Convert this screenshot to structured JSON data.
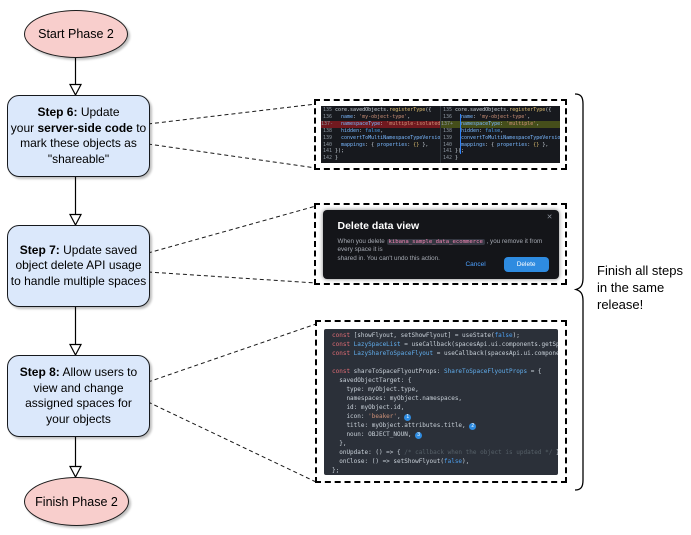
{
  "colors": {
    "ellipse_fill": "#f8cecc",
    "step_fill": "#dbe8fb",
    "diff_bg": "#17191e",
    "diff_removed_bg": "#71191f",
    "diff_added_bg": "#454e1a",
    "modal_bg": "#141519",
    "code_bg": "#2b3039",
    "accent_blue": "#2e8be0"
  },
  "start": {
    "label": "Start Phase 2"
  },
  "finish": {
    "label": "Finish Phase 2"
  },
  "steps": [
    {
      "lines": [
        {
          "segs": [
            {
              "t": "Step 6:",
              "c": "b"
            },
            {
              "t": " Update",
              "c": ""
            }
          ]
        },
        {
          "segs": [
            {
              "t": "your ",
              "c": ""
            },
            {
              "t": "server-side code",
              "c": "b"
            },
            {
              "t": " to",
              "c": ""
            }
          ]
        },
        {
          "segs": [
            {
              "t": "mark these objects as",
              "c": ""
            }
          ]
        },
        {
          "segs": [
            {
              "t": "\"shareable\"",
              "c": ""
            }
          ]
        }
      ]
    },
    {
      "lines": [
        {
          "segs": [
            {
              "t": "Step 7:",
              "c": "b"
            },
            {
              "t": " Update saved",
              "c": ""
            }
          ]
        },
        {
          "segs": [
            {
              "t": "object delete API usage",
              "c": ""
            }
          ]
        },
        {
          "segs": [
            {
              "t": "to handle multiple spaces",
              "c": ""
            }
          ]
        }
      ]
    },
    {
      "lines": [
        {
          "segs": [
            {
              "t": "Step 8:",
              "c": "b"
            },
            {
              "t": " Allow users to",
              "c": ""
            }
          ]
        },
        {
          "segs": [
            {
              "t": "view and change",
              "c": ""
            }
          ]
        },
        {
          "segs": [
            {
              "t": "assigned spaces for",
              "c": ""
            }
          ]
        },
        {
          "segs": [
            {
              "t": "your objects",
              "c": ""
            }
          ]
        }
      ]
    }
  ],
  "note": {
    "lines": [
      {
        "segs": [
          {
            "t": "Finish all steps",
            "c": ""
          }
        ]
      },
      {
        "segs": [
          {
            "t": "in the same",
            "c": ""
          }
        ]
      },
      {
        "segs": [
          {
            "t": "release!",
            "c": ""
          }
        ]
      }
    ]
  },
  "diff": {
    "left": {
      "lines": [
        {
          "num": "135",
          "segs": [
            {
              "t": "core.savedObjects.",
              "c": "pln"
            },
            {
              "t": "registerType",
              "c": "fn"
            },
            {
              "t": "({",
              "c": "pln"
            }
          ]
        },
        {
          "num": "136",
          "segs": [
            {
              "t": "  name",
              "c": "prop"
            },
            {
              "t": ": ",
              "c": "pln"
            },
            {
              "t": "'my-object-type'",
              "c": "str"
            },
            {
              "t": ",",
              "c": "pln"
            }
          ]
        },
        {
          "num": "137-",
          "hl": "del",
          "segs": [
            {
              "t": "  namespaceType",
              "c": "prop"
            },
            {
              "t": ": ",
              "c": "pln"
            },
            {
              "t": "'multiple-isolated'",
              "c": "str"
            },
            {
              "t": ",",
              "c": "pln"
            }
          ]
        },
        {
          "num": "138",
          "segs": [
            {
              "t": "  hidden",
              "c": "prop"
            },
            {
              "t": ": ",
              "c": "pln"
            },
            {
              "t": "false",
              "c": "bool"
            },
            {
              "t": ",",
              "c": "pln"
            }
          ]
        },
        {
          "num": "139",
          "segs": [
            {
              "t": "  convertToMultiNamespaceTypeVersion",
              "c": "prop"
            },
            {
              "t": ": ",
              "c": "pln"
            },
            {
              "t": "'",
              "c": "str"
            }
          ]
        },
        {
          "num": "140",
          "segs": [
            {
              "t": "  mappings",
              "c": "prop"
            },
            {
              "t": ": { ",
              "c": "pln"
            },
            {
              "t": "properties",
              "c": "prop"
            },
            {
              "t": ": ",
              "c": "pln"
            },
            {
              "t": "{}",
              "c": "gold"
            },
            {
              "t": " },",
              "c": "pln"
            }
          ]
        },
        {
          "num": "141",
          "segs": [
            {
              "t": "});",
              "c": "pln"
            }
          ]
        },
        {
          "num": "142",
          "segs": [
            {
              "t": "}",
              "c": "pln"
            }
          ]
        }
      ]
    },
    "right": {
      "lines": [
        {
          "num": "135",
          "segs": [
            {
              "t": "core.savedObjects.",
              "c": "pln"
            },
            {
              "t": "registerType",
              "c": "fn"
            },
            {
              "t": "({",
              "c": "pln"
            }
          ]
        },
        {
          "num": "136",
          "segs": [
            {
              "t": "  name",
              "c": "prop"
            },
            {
              "t": ": ",
              "c": "pln"
            },
            {
              "t": "'my-object-type'",
              "c": "str"
            },
            {
              "t": ",",
              "c": "pln"
            }
          ]
        },
        {
          "num": "137+",
          "hl": "add",
          "segs": [
            {
              "t": "  namespaceType",
              "c": "prop"
            },
            {
              "t": ": ",
              "c": "pln"
            },
            {
              "t": "'multiple'",
              "c": "str"
            },
            {
              "t": ",",
              "c": "pln"
            }
          ]
        },
        {
          "num": "138",
          "segs": [
            {
              "t": "  hidden",
              "c": "prop"
            },
            {
              "t": ": ",
              "c": "pln"
            },
            {
              "t": "false",
              "c": "bool"
            },
            {
              "t": ",",
              "c": "pln"
            }
          ]
        },
        {
          "num": "139",
          "segs": [
            {
              "t": "  convertToMultiNamespaceTypeVersion",
              "c": "prop"
            },
            {
              "t": ": ",
              "c": "pln"
            },
            {
              "t": "'",
              "c": "str"
            }
          ]
        },
        {
          "num": "140",
          "segs": [
            {
              "t": "  mappings",
              "c": "prop"
            },
            {
              "t": ": { ",
              "c": "pln"
            },
            {
              "t": "properties",
              "c": "prop"
            },
            {
              "t": ": ",
              "c": "pln"
            },
            {
              "t": "{}",
              "c": "gold"
            },
            {
              "t": " },",
              "c": "pln"
            }
          ]
        },
        {
          "num": "141",
          "segs": [
            {
              "t": "});",
              "c": "pln"
            }
          ]
        },
        {
          "num": "142",
          "segs": [
            {
              "t": "}",
              "c": "pln"
            }
          ]
        }
      ]
    }
  },
  "modal": {
    "title": "Delete data view",
    "close": "✕",
    "body": {
      "lines": [
        {
          "segs": [
            {
              "t": "When you delete ",
              "c": ""
            },
            {
              "t": "kibana_sample_data_ecommerce",
              "c": "codepill"
            },
            {
              "t": " , you remove it from every space it is",
              "c": ""
            }
          ]
        },
        {
          "segs": [
            {
              "t": "shared in. You can't undo this action.",
              "c": ""
            }
          ]
        }
      ]
    },
    "cancel_label": "Cancel",
    "delete_label": "Delete"
  },
  "code": {
    "lines": [
      {
        "segs": [
          {
            "t": "const",
            "c": "kw"
          },
          {
            "t": " [showFlyout, setShowFlyout] = useState(",
            "c": "pln"
          },
          {
            "t": "false",
            "c": "bool"
          },
          {
            "t": ");",
            "c": "pln"
          }
        ]
      },
      {
        "segs": [
          {
            "t": "const",
            "c": "kw"
          },
          {
            "t": " LazySpaceList",
            "c": "id"
          },
          {
            "t": " = useCallback(spacesApi.ui.components.getSpaceLis",
            "c": "pln"
          }
        ]
      },
      {
        "segs": [
          {
            "t": "const",
            "c": "kw"
          },
          {
            "t": " LazyShareToSpaceFlyout",
            "c": "id"
          },
          {
            "t": " = useCallback(spacesApi.ui.components.ge",
            "c": "pln"
          }
        ]
      },
      {
        "segs": [
          {
            "t": " ",
            "c": "pln"
          }
        ]
      },
      {
        "segs": [
          {
            "t": "const",
            "c": "kw"
          },
          {
            "t": " shareToSpaceFlyoutProps: ",
            "c": "pln"
          },
          {
            "t": "ShareToSpaceFlyoutProps",
            "c": "id"
          },
          {
            "t": " = {",
            "c": "pln"
          }
        ]
      },
      {
        "segs": [
          {
            "t": "  savedObjectTarget: {",
            "c": "pln"
          }
        ]
      },
      {
        "segs": [
          {
            "t": "    type: myObject.type,",
            "c": "pln"
          }
        ]
      },
      {
        "segs": [
          {
            "t": "    namespaces: myObject.namespaces,",
            "c": "pln"
          }
        ]
      },
      {
        "segs": [
          {
            "t": "    id: myObject.id,",
            "c": "pln"
          }
        ]
      },
      {
        "segs": [
          {
            "t": "    icon: ",
            "c": "pln"
          },
          {
            "t": "'beaker'",
            "c": "str"
          },
          {
            "t": ", ",
            "c": "pln"
          },
          {
            "t": "1",
            "c": "badge"
          }
        ]
      },
      {
        "segs": [
          {
            "t": "    title: myObject.attributes.title, ",
            "c": "pln"
          },
          {
            "t": "2",
            "c": "badge"
          }
        ]
      },
      {
        "segs": [
          {
            "t": "    noun: OBJECT_NOUN, ",
            "c": "pln"
          },
          {
            "t": "3",
            "c": "badge"
          }
        ]
      },
      {
        "segs": [
          {
            "t": "  },",
            "c": "pln"
          }
        ]
      },
      {
        "segs": [
          {
            "t": "  onUpdate: () => { ",
            "c": "pln"
          },
          {
            "t": "/* callback when the object is updated */",
            "c": "cmt"
          },
          {
            "t": " },",
            "c": "pln"
          }
        ]
      },
      {
        "segs": [
          {
            "t": "  onClose: () => setShowFlyout(",
            "c": "pln"
          },
          {
            "t": "false",
            "c": "bool"
          },
          {
            "t": "),",
            "c": "pln"
          }
        ]
      },
      {
        "segs": [
          {
            "t": "};",
            "c": "pln"
          }
        ]
      }
    ]
  }
}
